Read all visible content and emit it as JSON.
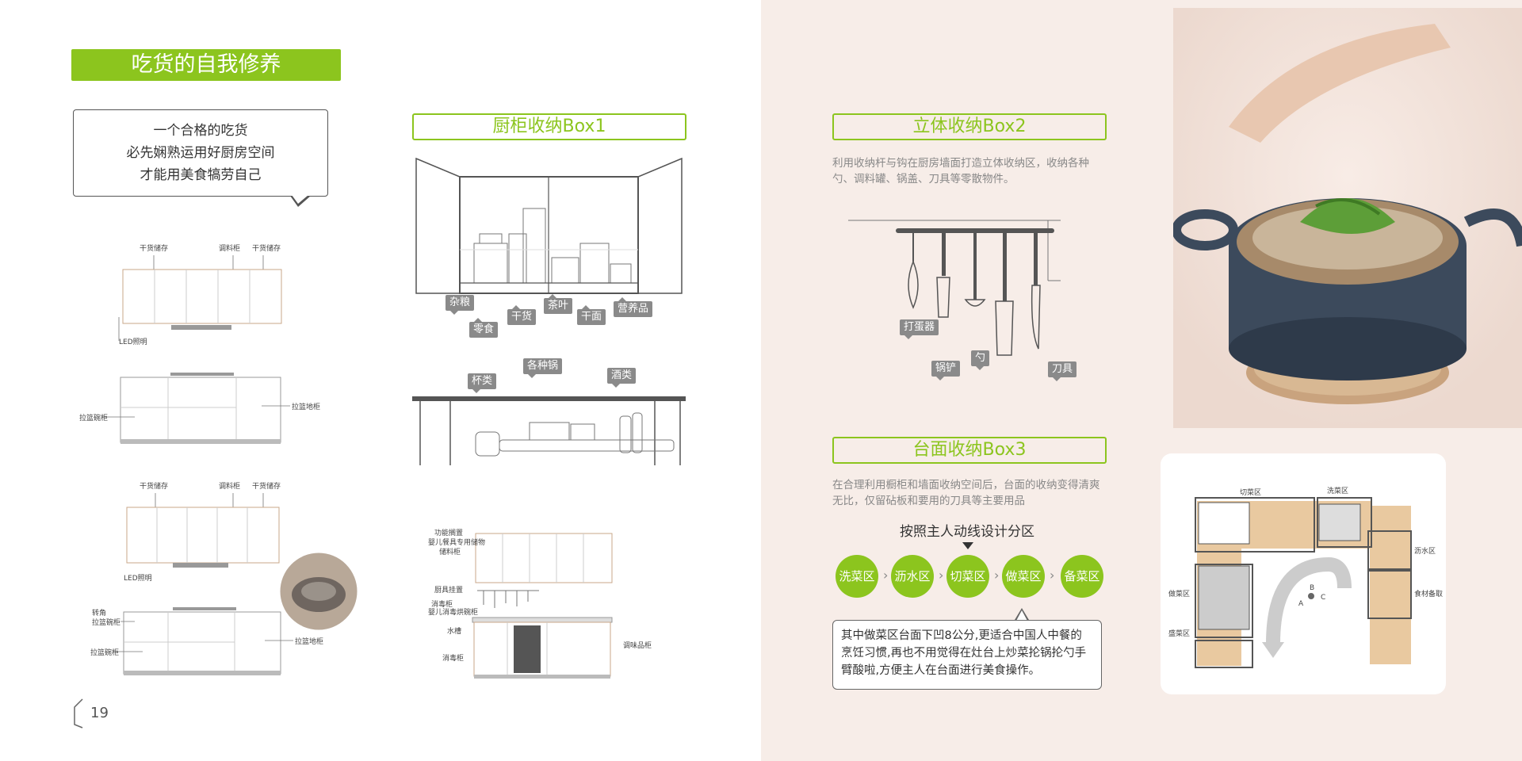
{
  "left": {
    "section_title": "吃货的自我修养",
    "bubble_lines": [
      "一个合格的吃货",
      "必先娴熟运用好厨房空间",
      "才能用美食犒劳自己"
    ],
    "box1": {
      "title": "厨柜收纳Box1",
      "tags": [
        "杂粮",
        "零食",
        "干货",
        "茶叶",
        "干面",
        "营养品"
      ],
      "counter_tags": [
        "杯类",
        "各种锅",
        "酒类"
      ]
    },
    "sketch_labels": {
      "top_a": [
        "干货储存",
        "调料柜",
        "干货储存"
      ],
      "led": "LED照明",
      "lower_a_left": "拉篮碗柜",
      "lower_a_right": "拉篮地柜",
      "top_b": [
        "干货储存",
        "调料柜",
        "干货储存"
      ],
      "led_b": "LED照明",
      "lower_b_left1": "转角",
      "lower_b_left2": "拉篮碗柜",
      "lower_b_left3": "拉篮碗柜",
      "lower_b_right": "拉篮地柜",
      "mid_left": [
        "功能搁置",
        "婴儿餐具专用储物",
        "储料柜",
        "厨具挂置",
        "消毒柜",
        "婴儿消毒烘碗柜",
        "水槽",
        "消毒柜"
      ],
      "mid_right": "调味品柜"
    },
    "page_number": "19"
  },
  "right": {
    "box2": {
      "title": "立体收纳Box2",
      "desc": "利用收纳杆与钩在厨房墙面打造立体收纳区，收纳各种勺、调料罐、锅盖、刀具等零散物件。",
      "tags": [
        "打蛋器",
        "锅铲",
        "勺",
        "刀具"
      ]
    },
    "box3": {
      "title": "台面收纳Box3",
      "desc": "在合理利用橱柜和墙面收纳空间后，台面的收纳变得清爽无比，仅留砧板和要用的刀具等主要用品",
      "flow_title": "按照主人动线设计分区",
      "zones": [
        "洗菜区",
        "沥水区",
        "切菜区",
        "做菜区",
        "备菜区"
      ],
      "note": "其中做菜区台面下凹8公分,更适合中国人中餐的烹饪习惯,再也不用觉得在灶台上炒菜抡锅抡勺手臂酸啦,方便主人在台面进行美食操作。"
    },
    "plan_labels": [
      "切菜区",
      "洗菜区",
      "沥水区",
      "做菜区",
      "食材备取",
      "盛菜区",
      "A",
      "B",
      "C"
    ]
  },
  "colors": {
    "accent": "#8cc51e",
    "right_bg": "#f7ede8",
    "tag_gray": "#8a8a8a"
  }
}
